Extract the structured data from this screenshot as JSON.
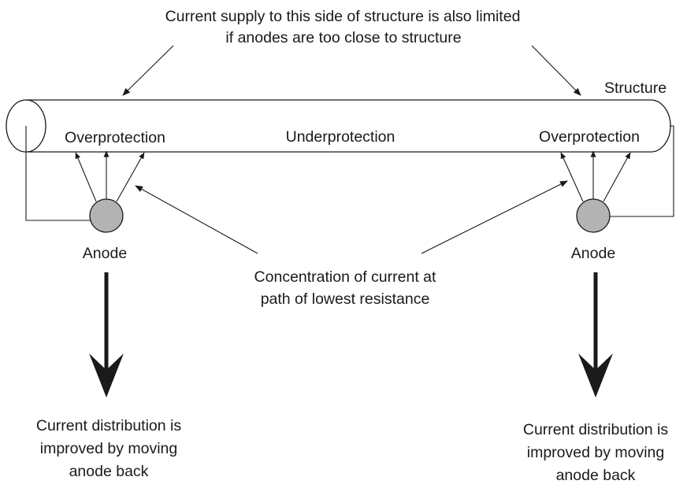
{
  "top_note": {
    "line1": "Current supply to this side of structure is also limited",
    "line2": "if anodes are too close to structure"
  },
  "structure_label": "Structure",
  "zones": {
    "left": "Overprotection",
    "middle": "Underprotection",
    "right": "Overprotection"
  },
  "anode_label": "Anode",
  "concentration_note": {
    "line1": "Concentration of current at",
    "line2": "path of lowest resistance"
  },
  "improvement_note": {
    "line1": "Current distribution is",
    "line2": "improved by moving",
    "line3": "anode back"
  },
  "colors": {
    "anode_fill": "#b3b3b3",
    "line": "#1a1a1a"
  }
}
